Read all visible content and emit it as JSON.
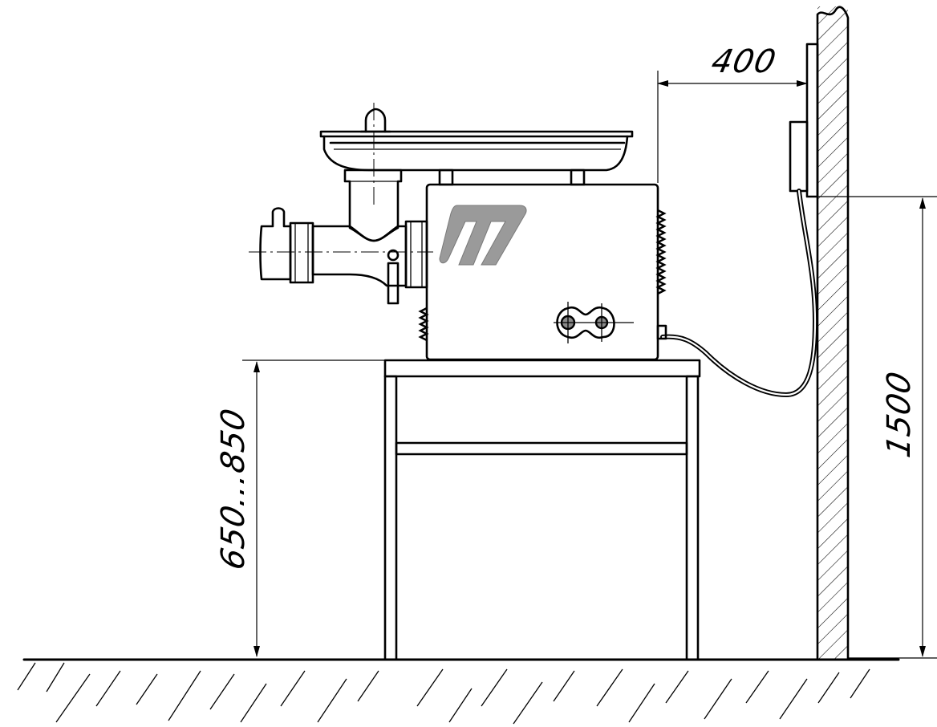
{
  "drawing": {
    "dimensions": {
      "wall_gap": "400",
      "socket_height": "1500",
      "table_height": "650...850"
    },
    "logo": {
      "text": "M",
      "color": "#9a9a9a"
    },
    "colors": {
      "line": "#000000",
      "background": "#ffffff"
    }
  }
}
